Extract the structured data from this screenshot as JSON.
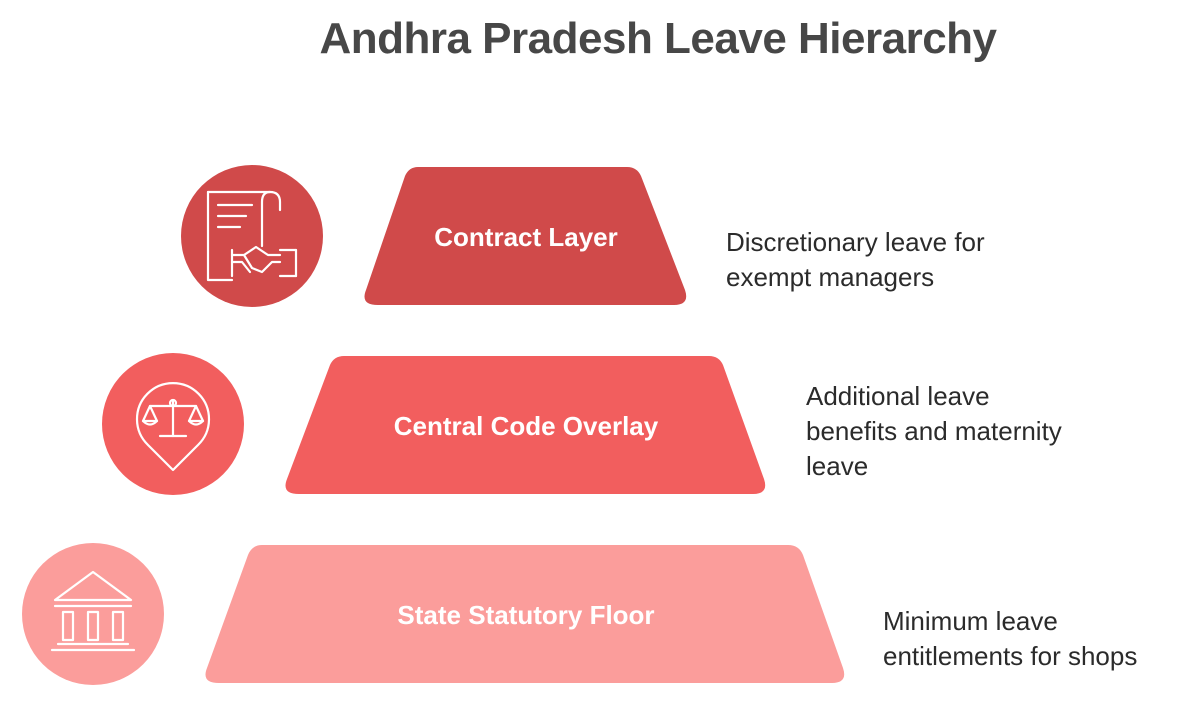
{
  "title": "Andhra Pradesh Leave Hierarchy",
  "colors": {
    "title": "#474747",
    "top_tier": "#d04a4a",
    "middle_tier": "#f25e5e",
    "bottom_tier": "#fb9d9b",
    "label_text": "#ffffff",
    "description_text": "#2b2b2b"
  },
  "tiers": [
    {
      "label": "Contract Layer",
      "description_line1": "Discretionary leave for",
      "description_line2": "exempt managers",
      "icon": "contract-handshake-icon"
    },
    {
      "label": "Central Code Overlay",
      "description_line1": "Additional leave",
      "description_line2": "benefits and maternity",
      "description_line3": "leave",
      "icon": "scales-of-justice-icon"
    },
    {
      "label": "State Statutory Floor",
      "description_line1": "Minimum leave",
      "description_line2": "entitlements for shops",
      "icon": "government-building-icon"
    }
  ]
}
